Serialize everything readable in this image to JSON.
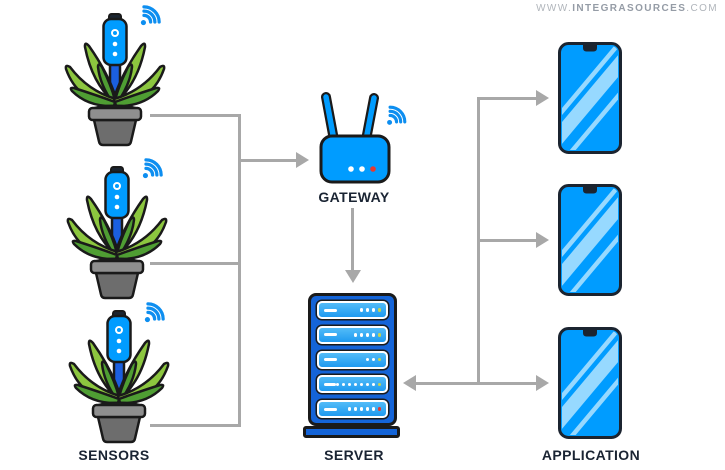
{
  "watermark": {
    "prefix": "WWW.",
    "brand": "INTEGRASOURCES",
    "suffix": ".COM"
  },
  "nodes": {
    "sensors": {
      "label": "SENSORS",
      "count": 3,
      "icon": "plant-soil-sensor-icon"
    },
    "gateway": {
      "label": "GATEWAY",
      "icon": "wifi-router-icon"
    },
    "server": {
      "label": "SERVER",
      "icon": "server-rack-icon",
      "slots": [
        {
          "white_dots": 3,
          "status": "warning"
        },
        {
          "white_dots": 4,
          "status": "warning"
        },
        {
          "white_dots": 2,
          "status": "warning"
        },
        {
          "white_dots": 7,
          "status": "warning"
        },
        {
          "white_dots": 5,
          "status": "alert"
        }
      ]
    },
    "application": {
      "label": "APPLICATION",
      "count": 3,
      "icon": "smartphone-icon"
    }
  },
  "connections": [
    {
      "from": "sensors",
      "to": "gateway",
      "style": "arrow-right"
    },
    {
      "from": "gateway",
      "to": "server",
      "style": "arrow-down"
    },
    {
      "from": "server",
      "to": "application",
      "style": "arrow-bidirectional"
    }
  ],
  "colors": {
    "background": "#ffffff",
    "accent_blue": "#009cff",
    "royal_blue": "#1464d8",
    "stem_blue": "#1b5fe0",
    "wifi_blue": "#0d8ef0",
    "slot_blue_top": "#53bcf8",
    "slot_blue": "#1f9af0",
    "leaf_green": "#8cc63f",
    "leaf_dark_green": "#4f9e33",
    "pot_gray": "#6d6d6d",
    "pot_rim_gray": "#8f8f8f",
    "outline_dark": "#1a1a1a",
    "navy": "#1b2430",
    "arrow_gray": "#a8a8a8",
    "label_color": "#1a2433",
    "status_warning": "#c3d352",
    "status_alert": "#e8392f",
    "screen_stripe": "#97d9ff",
    "watermark_gray": "#b0b5bb",
    "watermark_brand_gray": "#959ca6"
  }
}
